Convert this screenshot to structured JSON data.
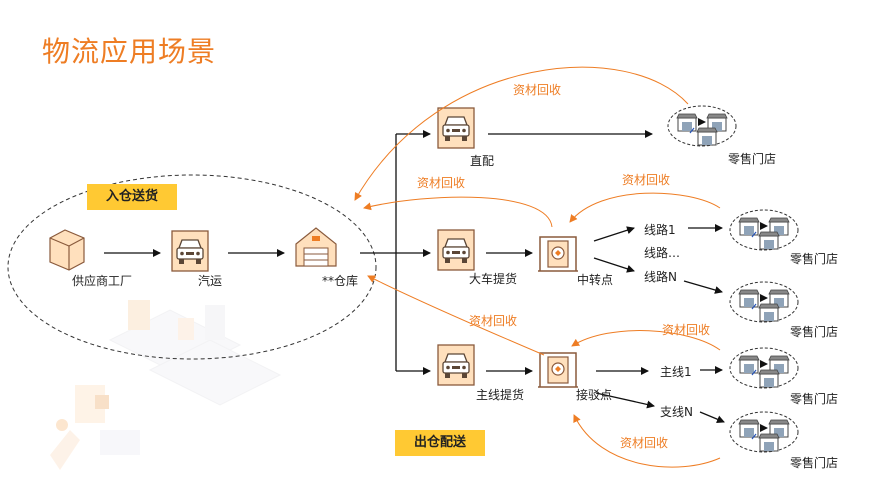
{
  "title": "物流应用场景",
  "tags": {
    "inbound": "入仓送货",
    "outbound": "出仓配送"
  },
  "nodes": {
    "supplier": "供应商工厂",
    "truck": "汽运",
    "warehouse": "**仓库",
    "direct": "直配",
    "bigTruck": "大车提货",
    "hub": "中转点",
    "trunkPickup": "主线提货",
    "transfer": "接驳点"
  },
  "routes": {
    "r1": "线路1",
    "rMore": "线路…",
    "rN": "线路N",
    "main1": "主线1",
    "branchN": "支线N"
  },
  "store": "零售门店",
  "recycle": "资材回收",
  "colors": {
    "accent": "#ee7d24",
    "tag": "#ffc933",
    "iconFill": "#ffe0bd",
    "iconStroke": "#8a5a3c"
  }
}
